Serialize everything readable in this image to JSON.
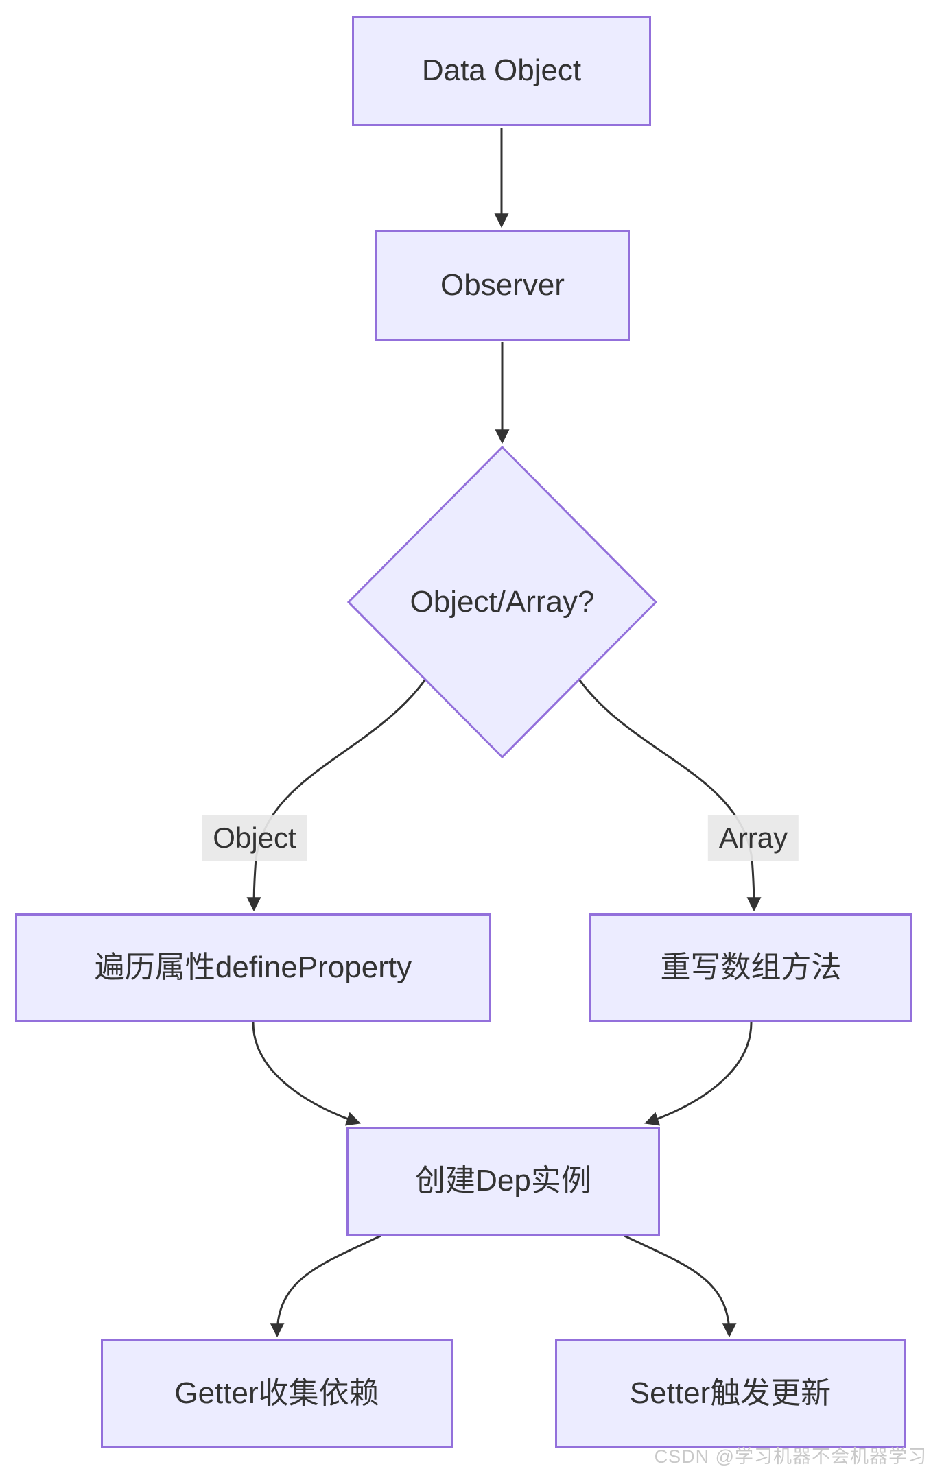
{
  "diagram": {
    "title": "Vue reactivity flowchart",
    "colors": {
      "node_fill": "#ECECFF",
      "node_border": "#9370DB",
      "text": "#333333",
      "edge": "#333333",
      "edge_label_bg": "#e8e8e8",
      "background": "#ffffff"
    },
    "nodes": {
      "data_object": {
        "label": "Data Object"
      },
      "observer": {
        "label": "Observer"
      },
      "decision": {
        "label": "Object/Array?"
      },
      "define_property": {
        "label": "遍历属性defineProperty"
      },
      "array_methods": {
        "label": "重写数组方法"
      },
      "dep": {
        "label": "创建Dep实例"
      },
      "getter": {
        "label": "Getter收集依赖"
      },
      "setter": {
        "label": "Setter触发更新"
      }
    },
    "edge_labels": {
      "object_branch": "Object",
      "array_branch": "Array"
    },
    "watermark": "CSDN @学习机器不会机器学习"
  }
}
